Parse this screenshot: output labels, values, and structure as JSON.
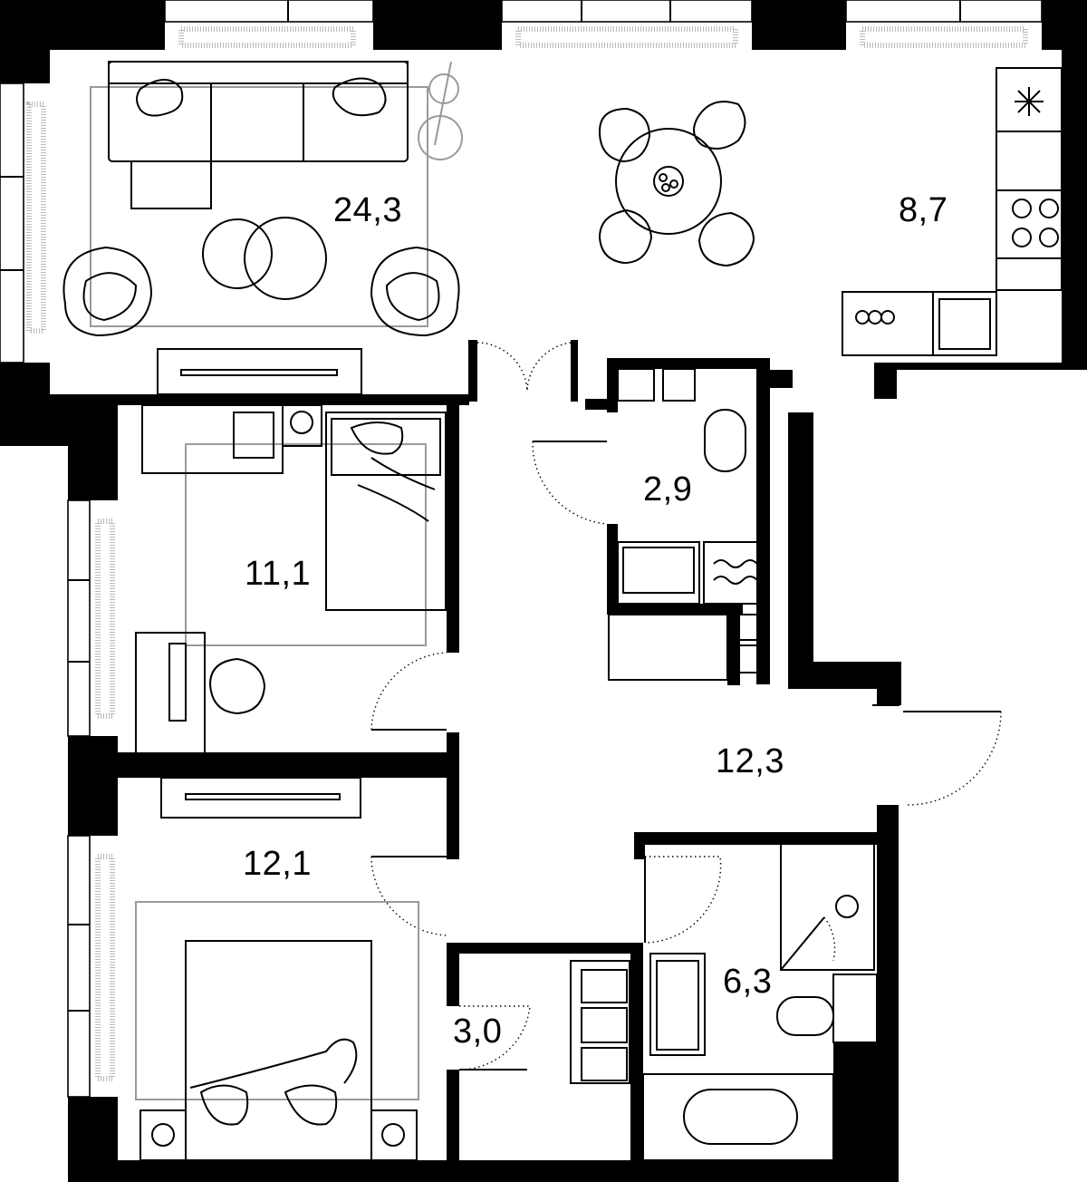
{
  "rooms": [
    {
      "id": "living-room",
      "area": "24,3"
    },
    {
      "id": "kitchen",
      "area": "8,7"
    },
    {
      "id": "bedroom-1",
      "area": "11,1"
    },
    {
      "id": "toilet",
      "area": "2,9"
    },
    {
      "id": "hallway",
      "area": "12,3"
    },
    {
      "id": "bedroom-2",
      "area": "12,1"
    },
    {
      "id": "closet",
      "area": "3,0"
    },
    {
      "id": "bathroom",
      "area": "6,3"
    }
  ],
  "colors": {
    "wall": "#000000",
    "furniture": "#000000",
    "rug": "#9a9a9a",
    "background": "#ffffff"
  }
}
